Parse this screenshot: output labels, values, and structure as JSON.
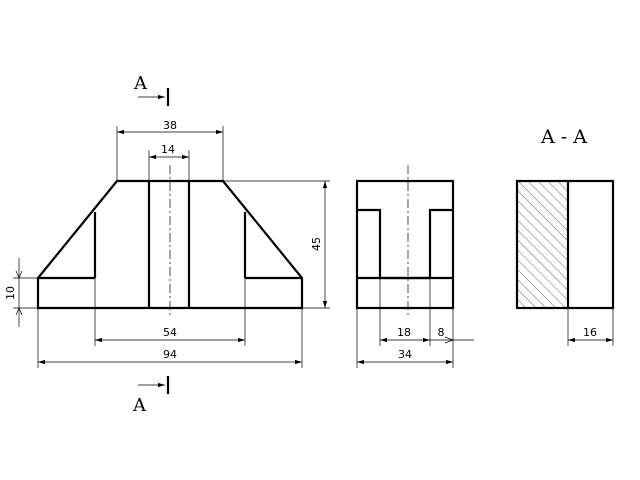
{
  "section": {
    "letter": "A",
    "title": "A - A"
  },
  "dimensions": {
    "top_width": "38",
    "slot_width": "14",
    "height": "45",
    "base_height": "10",
    "inner_width": "54",
    "overall_width": "94",
    "side_slot": "18",
    "side_wall": "8",
    "side_width": "34",
    "section_part": "16"
  },
  "colors": {
    "line": "#000000",
    "background": "#ffffff"
  }
}
